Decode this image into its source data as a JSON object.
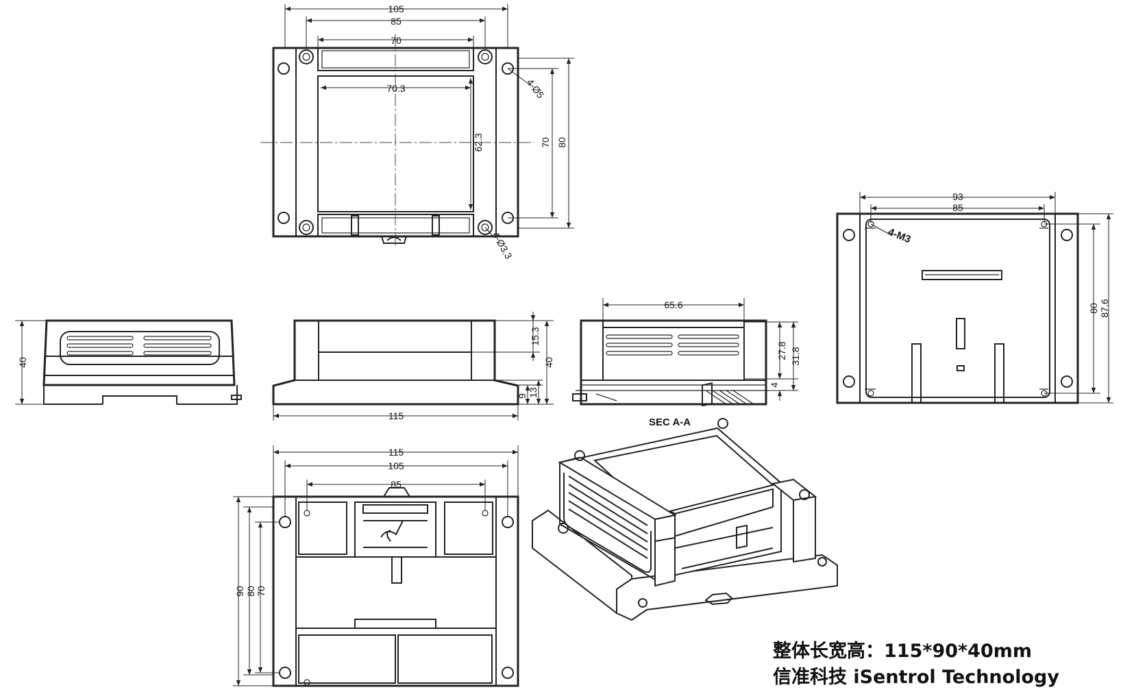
{
  "top_view": {
    "dim_width_outer": "105",
    "dim_width_holes": "85",
    "dim_window_top": "70",
    "dim_window_inner": "70.3",
    "dim_window_height": "62.3",
    "dim_height_holes": "70",
    "dim_height_outer": "80",
    "label_large_holes": "4-Ø5",
    "label_small_holes": "4-Ø3.3"
  },
  "side_view_left": {
    "dim_height": "40"
  },
  "front_view": {
    "dim_top_height": "15.3",
    "dim_total_height": "40",
    "dim_base_small": "9",
    "dim_base_large": "13",
    "dim_length": "115"
  },
  "section_view": {
    "title": "SEC A-A",
    "dim_inner_width": "65.6",
    "dim_inner_height": "27.8",
    "dim_cavity_height": "31.8",
    "dim_floor": "4"
  },
  "inner_view": {
    "dim_width_outer": "93",
    "dim_width_holes": "85",
    "label_holes": "4-M3",
    "dim_height_holes": "80",
    "dim_height_outer": "87.6"
  },
  "bottom_view": {
    "dim_length": "115",
    "dim_width_holes": "105",
    "dim_inner_holes": "85",
    "dim_height_outer": "90",
    "dim_height_mid": "80",
    "dim_height_inner": "70"
  },
  "footer": {
    "line1": "整体长宽高：115*90*40mm",
    "line2": "信准科技 iSentrol Technology"
  }
}
